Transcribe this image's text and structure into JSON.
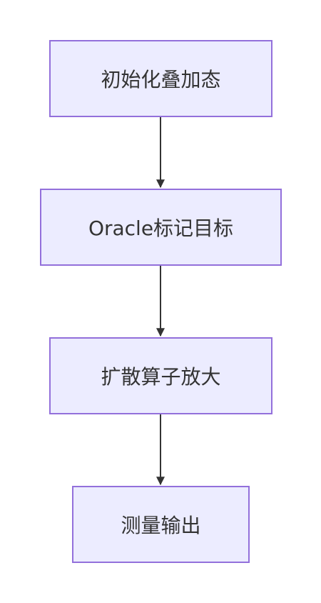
{
  "flowchart": {
    "nodes": [
      {
        "id": "n1",
        "label": "初始化叠加态"
      },
      {
        "id": "n2",
        "label": "Oracle标记目标"
      },
      {
        "id": "n3",
        "label": "扩散算子放大"
      },
      {
        "id": "n4",
        "label": "测量输出"
      }
    ],
    "edges": [
      {
        "from": "n1",
        "to": "n2"
      },
      {
        "from": "n2",
        "to": "n3"
      },
      {
        "from": "n3",
        "to": "n4"
      }
    ],
    "colors": {
      "node_fill": "#ececff",
      "node_border": "#9370db",
      "text": "#333333",
      "edge": "#333333"
    }
  }
}
